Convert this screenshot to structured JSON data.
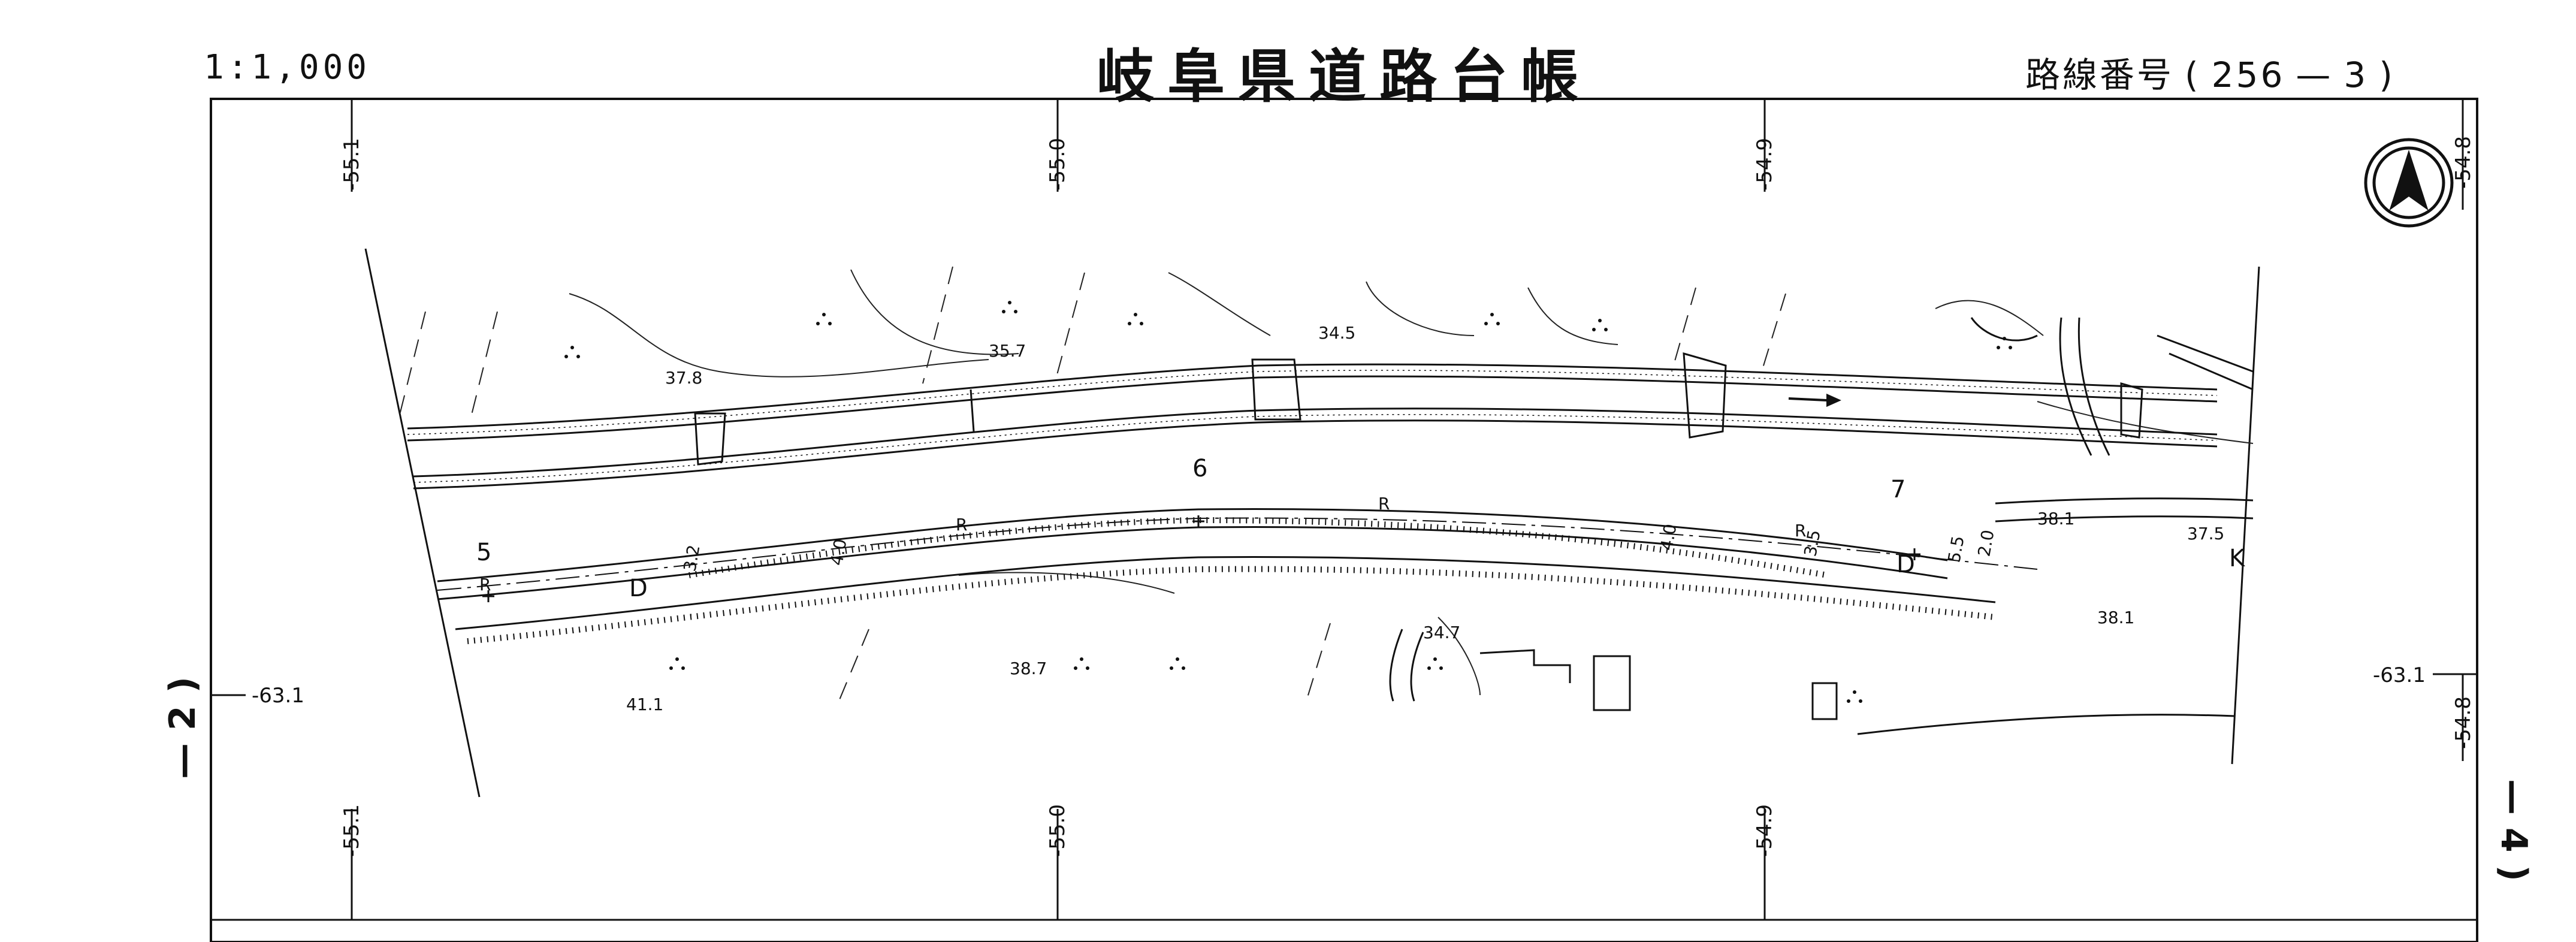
{
  "header": {
    "scale": "1:1,000",
    "title": "岐阜県道路台帳",
    "route_label": "路線番号",
    "route_open": "(",
    "route_number": "256",
    "route_dash": "—",
    "route_sheet": "3",
    "route_close": ")"
  },
  "sheet_left": "— 2 )",
  "sheet_right": "— 4 )",
  "grid": {
    "top_x_labels": [
      "-55.1",
      "-55.0",
      "-54.9"
    ],
    "bottom_x_labels": [
      "-55.1",
      "-55.0",
      "-54.9"
    ],
    "right_top_label": "-54.8",
    "right_mid_label": "-54.8",
    "left_y_label": "-63.1",
    "right_y_label": "-63.1"
  },
  "elevations": [
    "35.7",
    "37.8",
    "34.5",
    "38.1",
    "37.5",
    "38.1",
    "38.7",
    "34.7",
    "41.1"
  ],
  "section_numbers": [
    "5",
    "6",
    "7"
  ],
  "road_marks": [
    "3.2",
    "4.0",
    "4.0",
    "3.5",
    "5.5",
    "2.0",
    "R",
    "R",
    "R",
    "R",
    "D",
    "D",
    "K"
  ],
  "north_symbol": "north-arrow",
  "colors": {
    "ink": "#111111",
    "paper": "#ffffff"
  }
}
